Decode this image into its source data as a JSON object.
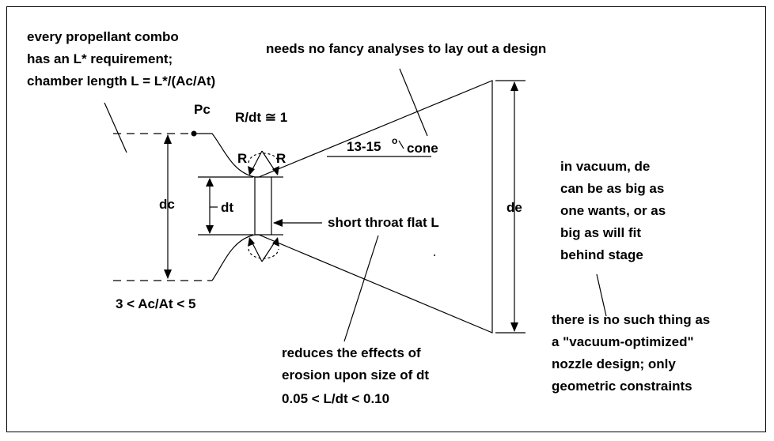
{
  "notes": {
    "l_star": [
      "every propellant combo",
      "has an L* requirement;",
      "chamber length L = L*/(Ac/At)"
    ],
    "no_fancy": "needs no fancy analyses to lay out a design",
    "vacuum_de": [
      "in vacuum,  de",
      "can be as big as",
      "one wants,  or as",
      "big as will fit",
      "behind stage"
    ],
    "no_vacuum_opt": [
      "there is no such thing as",
      "a \"vacuum-optimized\"",
      "nozzle design;  only",
      "geometric constraints"
    ],
    "erosion": [
      "reduces the effects of",
      "erosion upon size of dt",
      "0.05 < L/dt < 0.10"
    ]
  },
  "labels": {
    "pc": "Pc",
    "r_dt": "R/dt ≅ 1",
    "r_left": "R",
    "r_right": "R",
    "cone_angle": "13-15",
    "degree": "o",
    "cone_word": "cone",
    "dc": "dc",
    "dt": "dt",
    "throat": "short throat flat L",
    "de": "de",
    "area_ratio": "3 < Ac/At < 5"
  }
}
